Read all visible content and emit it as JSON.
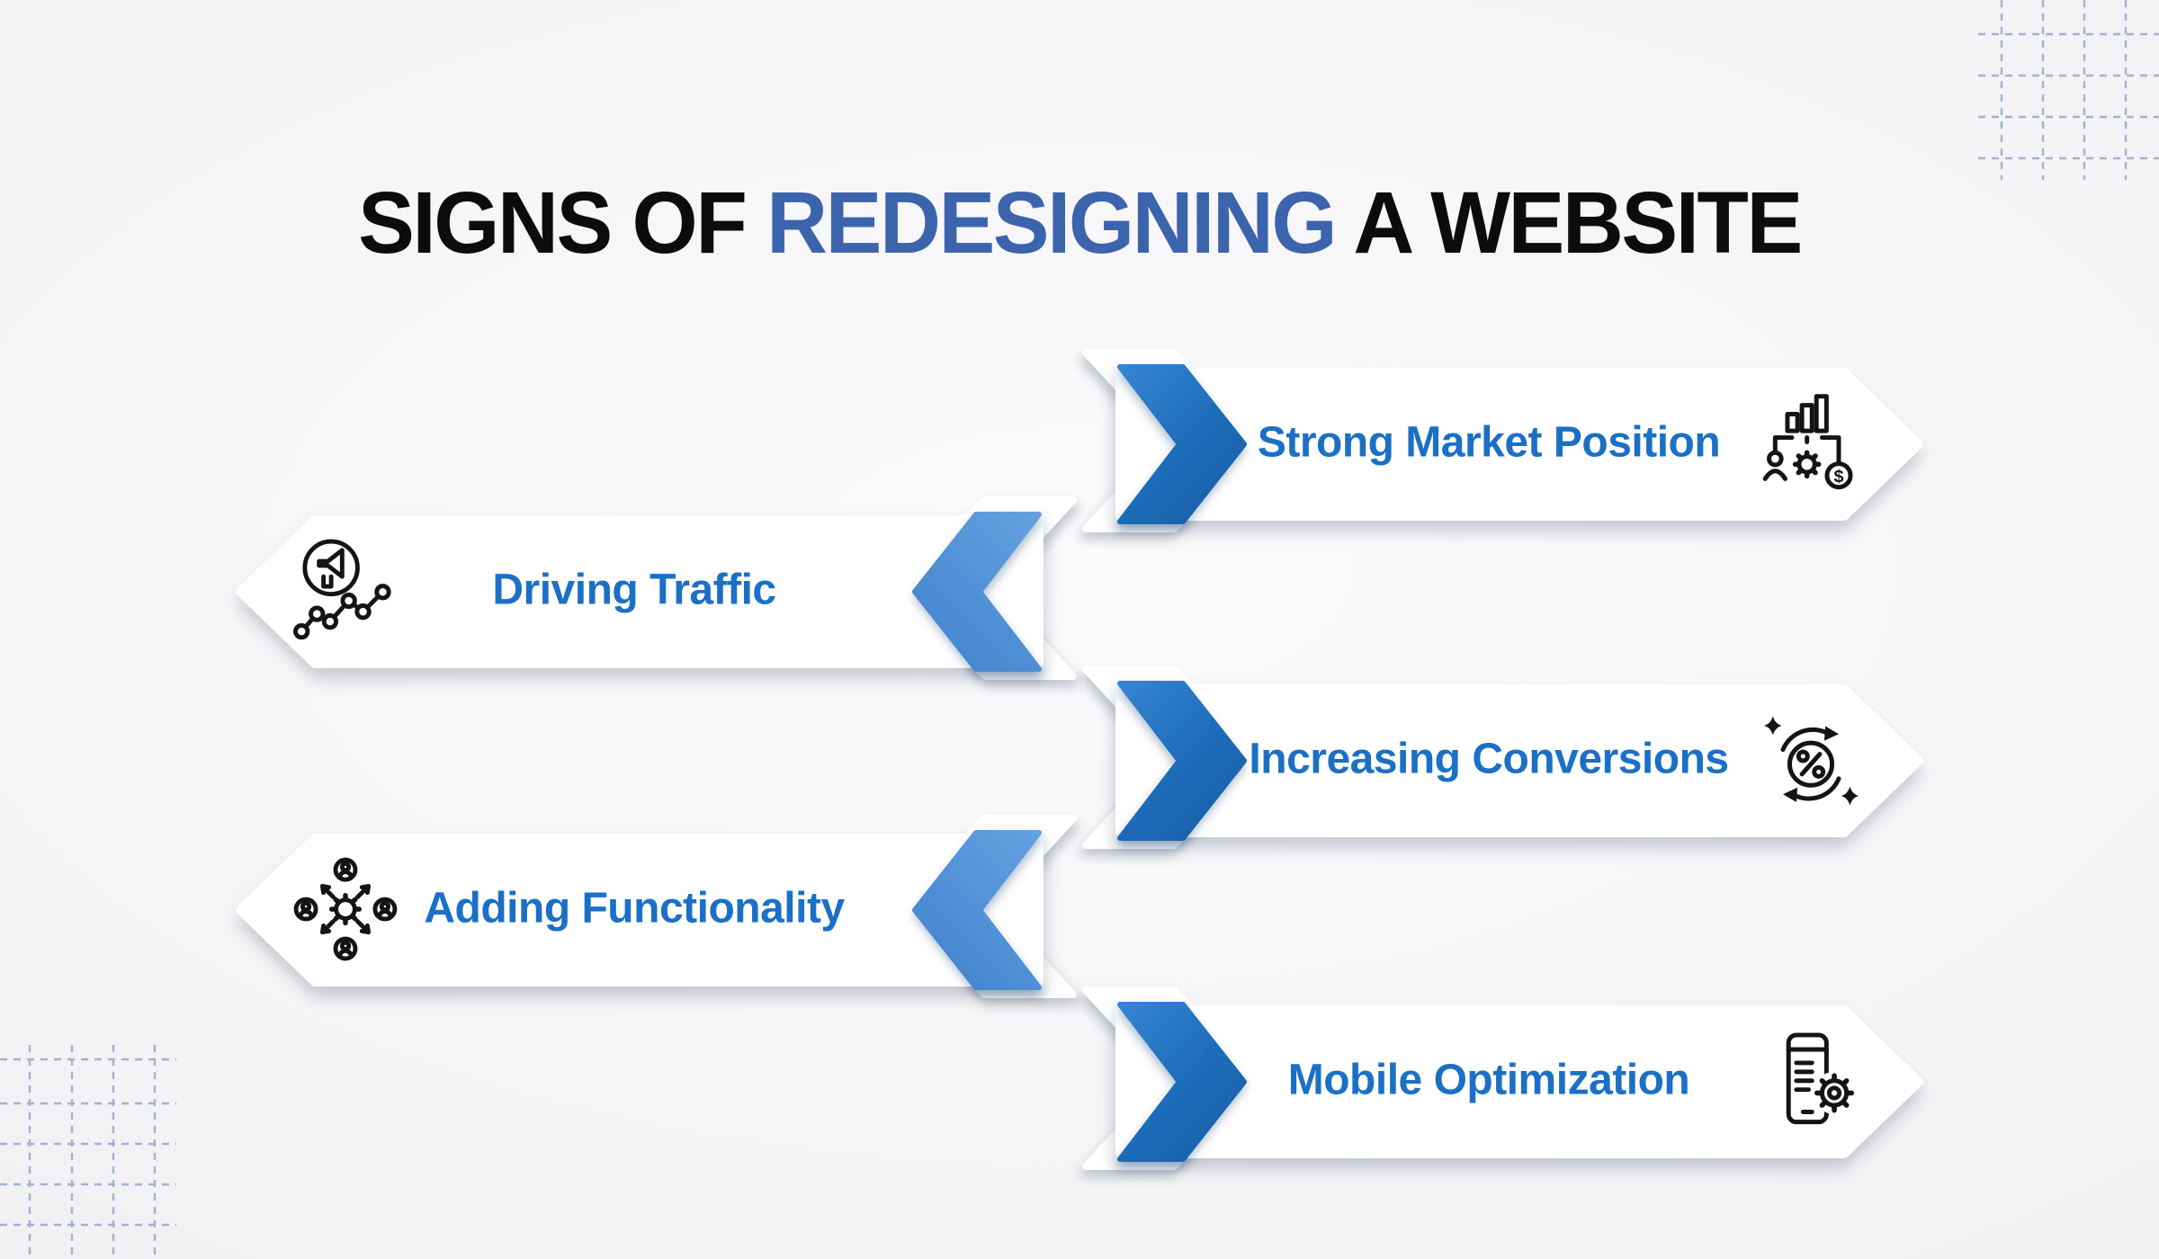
{
  "title": {
    "prefix": "SIGNS OF",
    "highlight": "REDESIGNING",
    "suffix": "A WEBSITE"
  },
  "banners": [
    {
      "label": "Strong Market Position",
      "direction": "right",
      "icon": "market-position-icon"
    },
    {
      "label": "Driving Traffic",
      "direction": "left",
      "icon": "megaphone-chart-icon"
    },
    {
      "label": "Increasing Conversions",
      "direction": "right",
      "icon": "conversion-percent-icon"
    },
    {
      "label": "Adding Functionality",
      "direction": "left",
      "icon": "users-gear-icon"
    },
    {
      "label": "Mobile Optimization",
      "direction": "right",
      "icon": "mobile-gear-icon"
    }
  ],
  "colors": {
    "title_text": "#0c0c0d",
    "title_highlight": "#3c64ad",
    "label_blue": "#1b70c6",
    "chevron_dark": "#1e6db9",
    "chevron_light": "#4e92d8",
    "banner_fill": "#ffffff",
    "grid_line": "#92a9c9",
    "background": "#f1f0f2"
  }
}
